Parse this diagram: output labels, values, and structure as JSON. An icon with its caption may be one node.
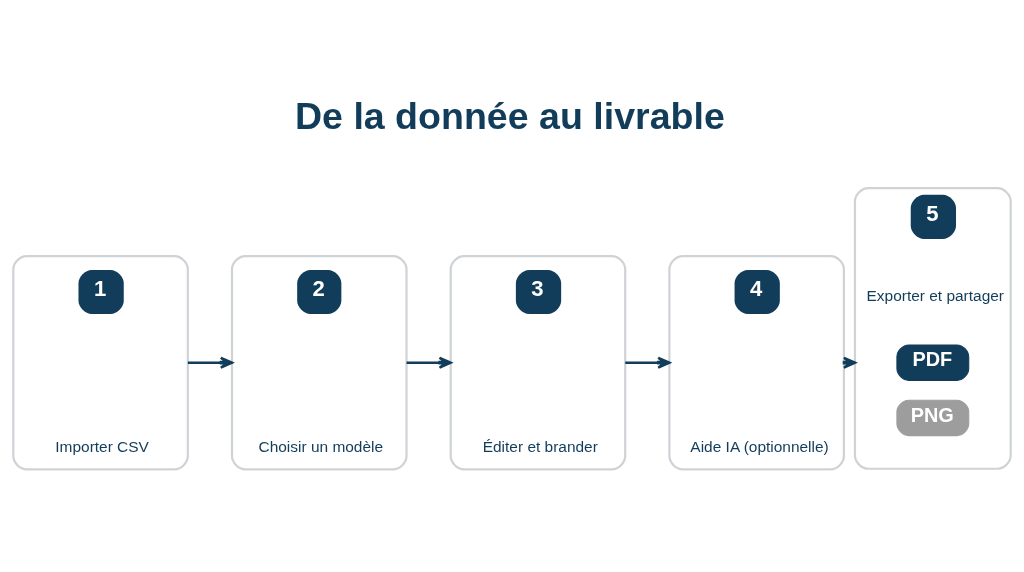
{
  "diagram": {
    "title": "De la donnée au livrable",
    "nodes": [
      {
        "text": [
          "1",
          "Importer CSV"
        ]
      },
      {
        "text": [
          "2",
          "Choisir un modèle"
        ]
      },
      {
        "text": [
          "3",
          "Éditer et brander"
        ]
      },
      {
        "text": [
          "4",
          "Aide IA (optionnelle)"
        ]
      },
      {
        "text": [
          "5",
          "Exporter et partager"
        ]
      },
      {
        "text": [
          "PDF"
        ],
        "in": 4
      },
      {
        "text": [
          "PNG"
        ],
        "in": 4
      }
    ],
    "edges": [
      {
        "from": 0,
        "to": 1,
        "arrow": "to"
      },
      {
        "from": 1,
        "to": 2,
        "arrow": "to"
      },
      {
        "from": 2,
        "to": 3,
        "arrow": "to"
      },
      {
        "from": 3,
        "to": 4,
        "arrow": "to"
      }
    ]
  }
}
